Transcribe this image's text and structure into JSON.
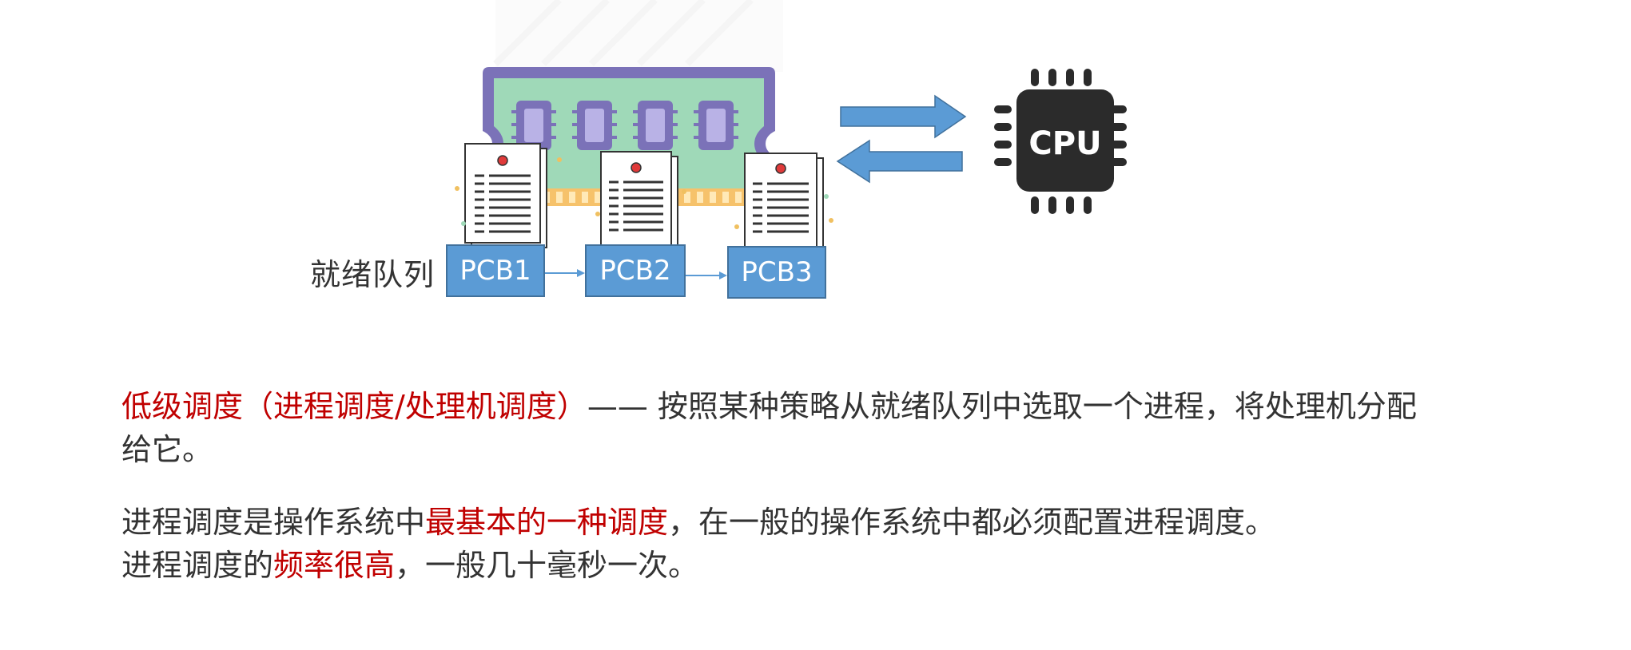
{
  "diagram": {
    "queue_label": "就绪队列",
    "cpu_label": "CPU",
    "pcbs": [
      "PCB1",
      "PCB2",
      "PCB3"
    ]
  },
  "text": {
    "line1_red": "低级调度（进程调度/处理机调度）",
    "line1_rest": "—— 按照某种策略从就绪队列中选取一个进程，将处理机分配",
    "line2": "给它。",
    "line3_a": "进程调度是操作系统中",
    "line3_red": "最基本的一种调度",
    "line3_b": "，在一般的操作系统中都必须配置进程调度。",
    "line4_a": "进程调度的",
    "line4_red": "频率很高",
    "line4_b": "，一般几十毫秒一次。"
  },
  "colors": {
    "highlight_red": "#c00000",
    "pcb_blue": "#5b9bd5",
    "arrow_blue": "#5b9bd5",
    "memory_green": "#9fd9b8",
    "memory_frame": "#7b72b8",
    "cpu_chip": "#2b2b2b"
  }
}
